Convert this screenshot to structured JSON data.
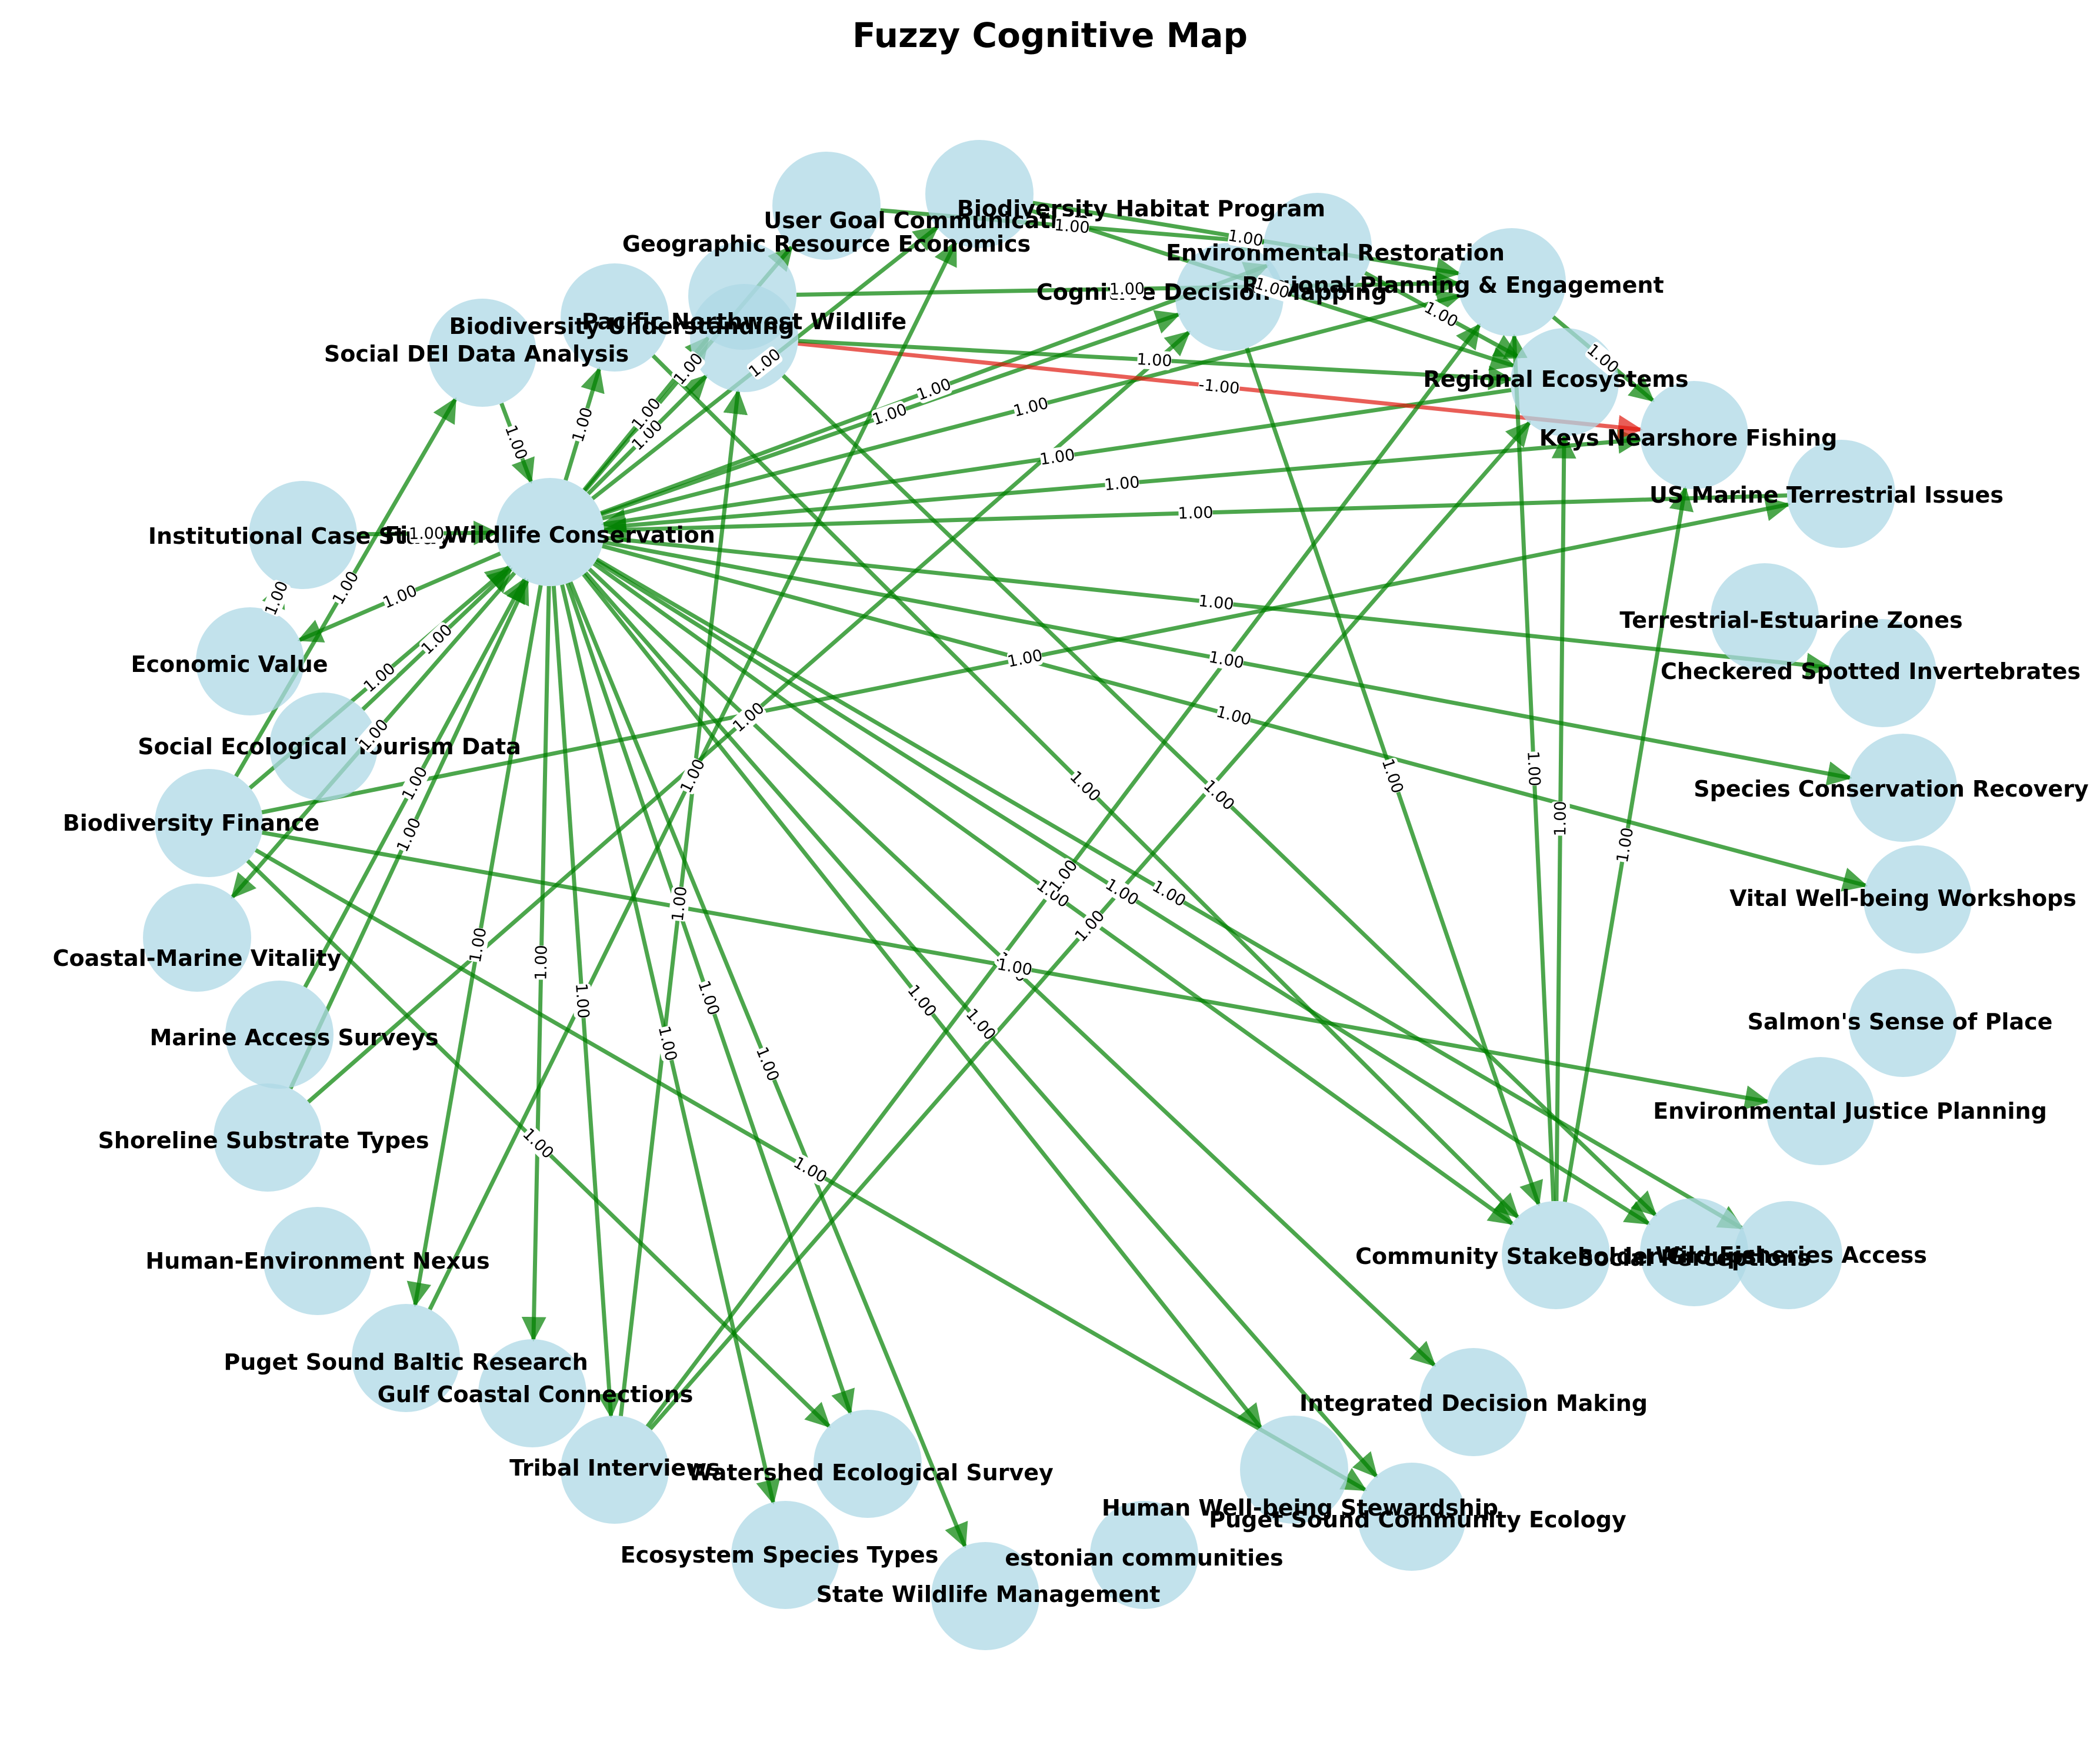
{
  "title": "Fuzzy Cognitive Map",
  "colors": {
    "node": "#add8e6",
    "positive_edge": "#008000",
    "negative_edge": "#e0190f"
  },
  "nodes": [
    {
      "id": "fwc",
      "label": "Fish Wildlife Conservation"
    },
    {
      "id": "ugc",
      "label": "User Goal Communication"
    },
    {
      "id": "bhp",
      "label": "Biodiversity Habitat Program"
    },
    {
      "id": "gre",
      "label": "Geographic Resource Economics"
    },
    {
      "id": "er",
      "label": "Environmental Restoration"
    },
    {
      "id": "rpe",
      "label": "Regional Planning & Engagement"
    },
    {
      "id": "cdm",
      "label": "Cognitive Decision Mapping"
    },
    {
      "id": "pnw",
      "label": "Pacific Northwest Wildlife"
    },
    {
      "id": "bu",
      "label": "Biodiversity Understanding"
    },
    {
      "id": "sdei",
      "label": "Social DEI Data Analysis"
    },
    {
      "id": "re",
      "label": "Regional Ecosystems"
    },
    {
      "id": "knf",
      "label": "Keys Nearshore Fishing"
    },
    {
      "id": "usm",
      "label": "US Marine Terrestrial Issues"
    },
    {
      "id": "ics",
      "label": "Institutional Case Study"
    },
    {
      "id": "tez",
      "label": "Terrestrial-Estuarine Zones"
    },
    {
      "id": "csi",
      "label": "Checkered Spotted Invertebrates"
    },
    {
      "id": "ev",
      "label": "Economic Value"
    },
    {
      "id": "setd",
      "label": "Social Ecological Tourism Data"
    },
    {
      "id": "scr",
      "label": "Species Conservation Recovery"
    },
    {
      "id": "bf",
      "label": "Biodiversity Finance"
    },
    {
      "id": "vww",
      "label": "Vital Well-being Workshops"
    },
    {
      "id": "cmv",
      "label": "Coastal-Marine Vitality"
    },
    {
      "id": "ssp",
      "label": "Salmon's Sense of Place"
    },
    {
      "id": "mas",
      "label": "Marine Access Surveys"
    },
    {
      "id": "ejp",
      "label": "Environmental Justice Planning"
    },
    {
      "id": "sst",
      "label": "Shoreline Substrate Types"
    },
    {
      "id": "csg",
      "label": "Community Stakeholder Groups"
    },
    {
      "id": "sp",
      "label": "Social Perceptions"
    },
    {
      "id": "wfa",
      "label": "Wild Fisheries Access"
    },
    {
      "id": "hen",
      "label": "Human-Environment Nexus"
    },
    {
      "id": "psbr",
      "label": "Puget Sound Baltic Research"
    },
    {
      "id": "gcc",
      "label": "Gulf Coastal Connections"
    },
    {
      "id": "idm",
      "label": "Integrated Decision Making"
    },
    {
      "id": "ti",
      "label": "Tribal Interviews"
    },
    {
      "id": "wes",
      "label": "Watershed Ecological Survey"
    },
    {
      "id": "hws",
      "label": "Human Well-being Stewardship"
    },
    {
      "id": "psce",
      "label": "Puget Sound Community Ecology"
    },
    {
      "id": "est",
      "label": "Ecosystem Species Types"
    },
    {
      "id": "ec",
      "label": "estonian communities"
    },
    {
      "id": "swm",
      "label": "State Wildlife Management"
    }
  ],
  "edges": [
    {
      "from": "sdei",
      "to": "fwc",
      "weight": "1.00"
    },
    {
      "from": "fwc",
      "to": "bu",
      "weight": "1.00"
    },
    {
      "from": "fwc",
      "to": "pnw",
      "weight": "1.00"
    },
    {
      "from": "fwc",
      "to": "gre",
      "weight": "1.00"
    },
    {
      "from": "fwc",
      "to": "ugc",
      "weight": "1.00"
    },
    {
      "from": "fwc",
      "to": "bhp",
      "weight": "1.00"
    },
    {
      "from": "fwc",
      "to": "cdm",
      "weight": "1.00"
    },
    {
      "from": "fwc",
      "to": "er",
      "weight": "1.00"
    },
    {
      "from": "fwc",
      "to": "rpe",
      "weight": "1.00"
    },
    {
      "from": "fwc",
      "to": "knf",
      "weight": "1.00"
    },
    {
      "from": "fwc",
      "to": "csi",
      "weight": "1.00"
    },
    {
      "from": "fwc",
      "to": "scr",
      "weight": "1.00"
    },
    {
      "from": "fwc",
      "to": "vww",
      "weight": "1.00"
    },
    {
      "from": "fwc",
      "to": "csg",
      "weight": "1.00"
    },
    {
      "from": "fwc",
      "to": "sp",
      "weight": "1.00"
    },
    {
      "from": "fwc",
      "to": "wfa",
      "weight": "1.00"
    },
    {
      "from": "fwc",
      "to": "idm",
      "weight": "1.00"
    },
    {
      "from": "fwc",
      "to": "psce",
      "weight": "1.00"
    },
    {
      "from": "fwc",
      "to": "hws",
      "weight": "1.00"
    },
    {
      "from": "fwc",
      "to": "swm",
      "weight": "1.00"
    },
    {
      "from": "fwc",
      "to": "est",
      "weight": "1.00"
    },
    {
      "from": "fwc",
      "to": "wes",
      "weight": "1.00"
    },
    {
      "from": "fwc",
      "to": "ti",
      "weight": "1.00"
    },
    {
      "from": "fwc",
      "to": "gcc",
      "weight": "1.00"
    },
    {
      "from": "fwc",
      "to": "psbr",
      "weight": "1.00"
    },
    {
      "from": "fwc",
      "to": "cmv",
      "weight": "1.00"
    },
    {
      "from": "fwc",
      "to": "ev",
      "weight": "1.00"
    },
    {
      "from": "ics",
      "to": "fwc",
      "weight": "1.00"
    },
    {
      "from": "setd",
      "to": "fwc",
      "weight": "1.00"
    },
    {
      "from": "bf",
      "to": "fwc",
      "weight": "1.00"
    },
    {
      "from": "mas",
      "to": "fwc",
      "weight": "1.00"
    },
    {
      "from": "sst",
      "to": "fwc",
      "weight": "1.00"
    },
    {
      "from": "usm",
      "to": "fwc",
      "weight": "1.00"
    },
    {
      "from": "re",
      "to": "fwc",
      "weight": "1.00"
    },
    {
      "from": "ev",
      "to": "ics",
      "weight": "1.00"
    },
    {
      "from": "bf",
      "to": "sdei",
      "weight": "1.00"
    },
    {
      "from": "bf",
      "to": "usm",
      "weight": "1.00"
    },
    {
      "from": "bf",
      "to": "ejp",
      "weight": "1.00"
    },
    {
      "from": "bf",
      "to": "wes",
      "weight": "1.00"
    },
    {
      "from": "bf",
      "to": "psce",
      "weight": "1.00"
    },
    {
      "from": "sst",
      "to": "cdm",
      "weight": "1.00"
    },
    {
      "from": "pnw",
      "to": "knf",
      "weight": "-1.00"
    },
    {
      "from": "pnw",
      "to": "re",
      "weight": "1.00"
    },
    {
      "from": "pnw",
      "to": "sp",
      "weight": "1.00"
    },
    {
      "from": "bu",
      "to": "csg",
      "weight": "1.00"
    },
    {
      "from": "gre",
      "to": "rpe",
      "weight": "1.00"
    },
    {
      "from": "ugc",
      "to": "er",
      "weight": "1.00"
    },
    {
      "from": "bhp",
      "to": "re",
      "weight": "1.00"
    },
    {
      "from": "bhp",
      "to": "rpe",
      "weight": "1.00"
    },
    {
      "from": "cdm",
      "to": "csg",
      "weight": "1.00"
    },
    {
      "from": "er",
      "to": "re",
      "weight": "1.00"
    },
    {
      "from": "rpe",
      "to": "knf",
      "weight": "1.00"
    },
    {
      "from": "csg",
      "to": "re",
      "weight": "1.00"
    },
    {
      "from": "csg",
      "to": "knf",
      "weight": "1.00"
    },
    {
      "from": "csg",
      "to": "rpe",
      "weight": "1.00"
    },
    {
      "from": "ti",
      "to": "rpe",
      "weight": "1.00"
    },
    {
      "from": "ti",
      "to": "re",
      "weight": "1.00"
    },
    {
      "from": "ti",
      "to": "pnw",
      "weight": "1.00"
    },
    {
      "from": "psbr",
      "to": "bhp",
      "weight": "1.00"
    }
  ]
}
